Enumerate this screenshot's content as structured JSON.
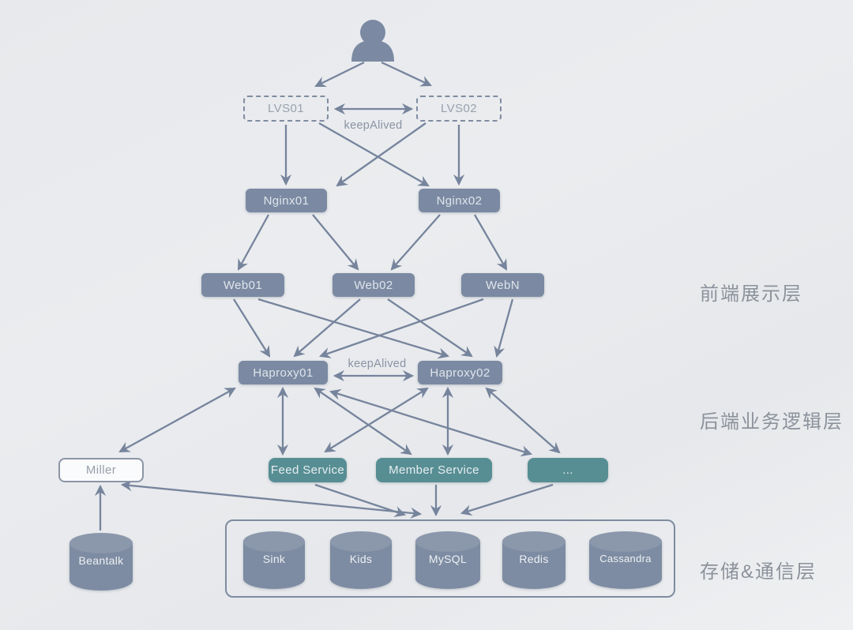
{
  "nodes": {
    "lvs01": {
      "label": "LVS01"
    },
    "lvs02": {
      "label": "LVS02"
    },
    "nginx01": {
      "label": "Nginx01"
    },
    "nginx02": {
      "label": "Nginx02"
    },
    "web01": {
      "label": "Web01"
    },
    "web02": {
      "label": "Web02"
    },
    "webn": {
      "label": "WebN"
    },
    "haproxy01": {
      "label": "Haproxy01"
    },
    "haproxy02": {
      "label": "Haproxy02"
    },
    "miller": {
      "label": "Miller"
    },
    "feed_service": {
      "label": "Feed Service"
    },
    "member_service": {
      "label": "Member Service"
    },
    "more_services": {
      "label": "..."
    },
    "beantalk": {
      "label": "Beantalk"
    },
    "sink": {
      "label": "Sink"
    },
    "kids": {
      "label": "Kids"
    },
    "mysql": {
      "label": "MySQL"
    },
    "redis": {
      "label": "Redis"
    },
    "cassandra": {
      "label": "Cassandra"
    }
  },
  "edge_labels": {
    "keepalived_top": {
      "text": "keepAlived"
    },
    "keepalived_middle": {
      "text": "keepAlived"
    }
  },
  "layer_labels": {
    "frontend": {
      "text": "前端展示层"
    },
    "backend": {
      "text": "后端业务逻辑层"
    },
    "storage": {
      "text": "存储&通信层"
    }
  },
  "colors": {
    "background": "#E9EBEE",
    "node_fill": "#7B8AA2",
    "node_text": "#DFE4EC",
    "service_fill": "#578E94",
    "outline_box_border": "#8B95A5",
    "dashed_box_border": "#7F8CA1",
    "arrow": "#76849C",
    "layer_label_text": "#8C929B"
  }
}
